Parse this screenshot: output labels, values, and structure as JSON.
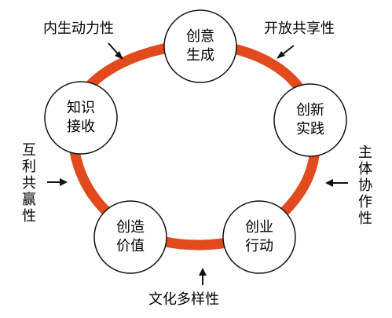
{
  "colors": {
    "ring": "#e04a1c",
    "node_fill": "#ffffff",
    "node_stroke": "#111111",
    "arrow": "#111111",
    "text": "#000000"
  },
  "nodes": [
    {
      "id": "creative-generation",
      "line1": "创意",
      "line2": "生成"
    },
    {
      "id": "innovation-practice",
      "line1": "创新",
      "line2": "实践"
    },
    {
      "id": "entrepreneurial-action",
      "line1": "创业",
      "line2": "行动"
    },
    {
      "id": "value-creation",
      "line1": "创造",
      "line2": "价值"
    },
    {
      "id": "knowledge-acceptance",
      "line1": "知识",
      "line2": "接收"
    }
  ],
  "labels": {
    "endogenous_dynamics": "内生动力性",
    "open_sharing": "开放共享性",
    "subject_collaboration": [
      "主",
      "体",
      "协",
      "作",
      "性"
    ],
    "cultural_diversity": "文化多样性",
    "mutual_benefit": [
      "互",
      "利",
      "共",
      "赢",
      "性"
    ]
  }
}
